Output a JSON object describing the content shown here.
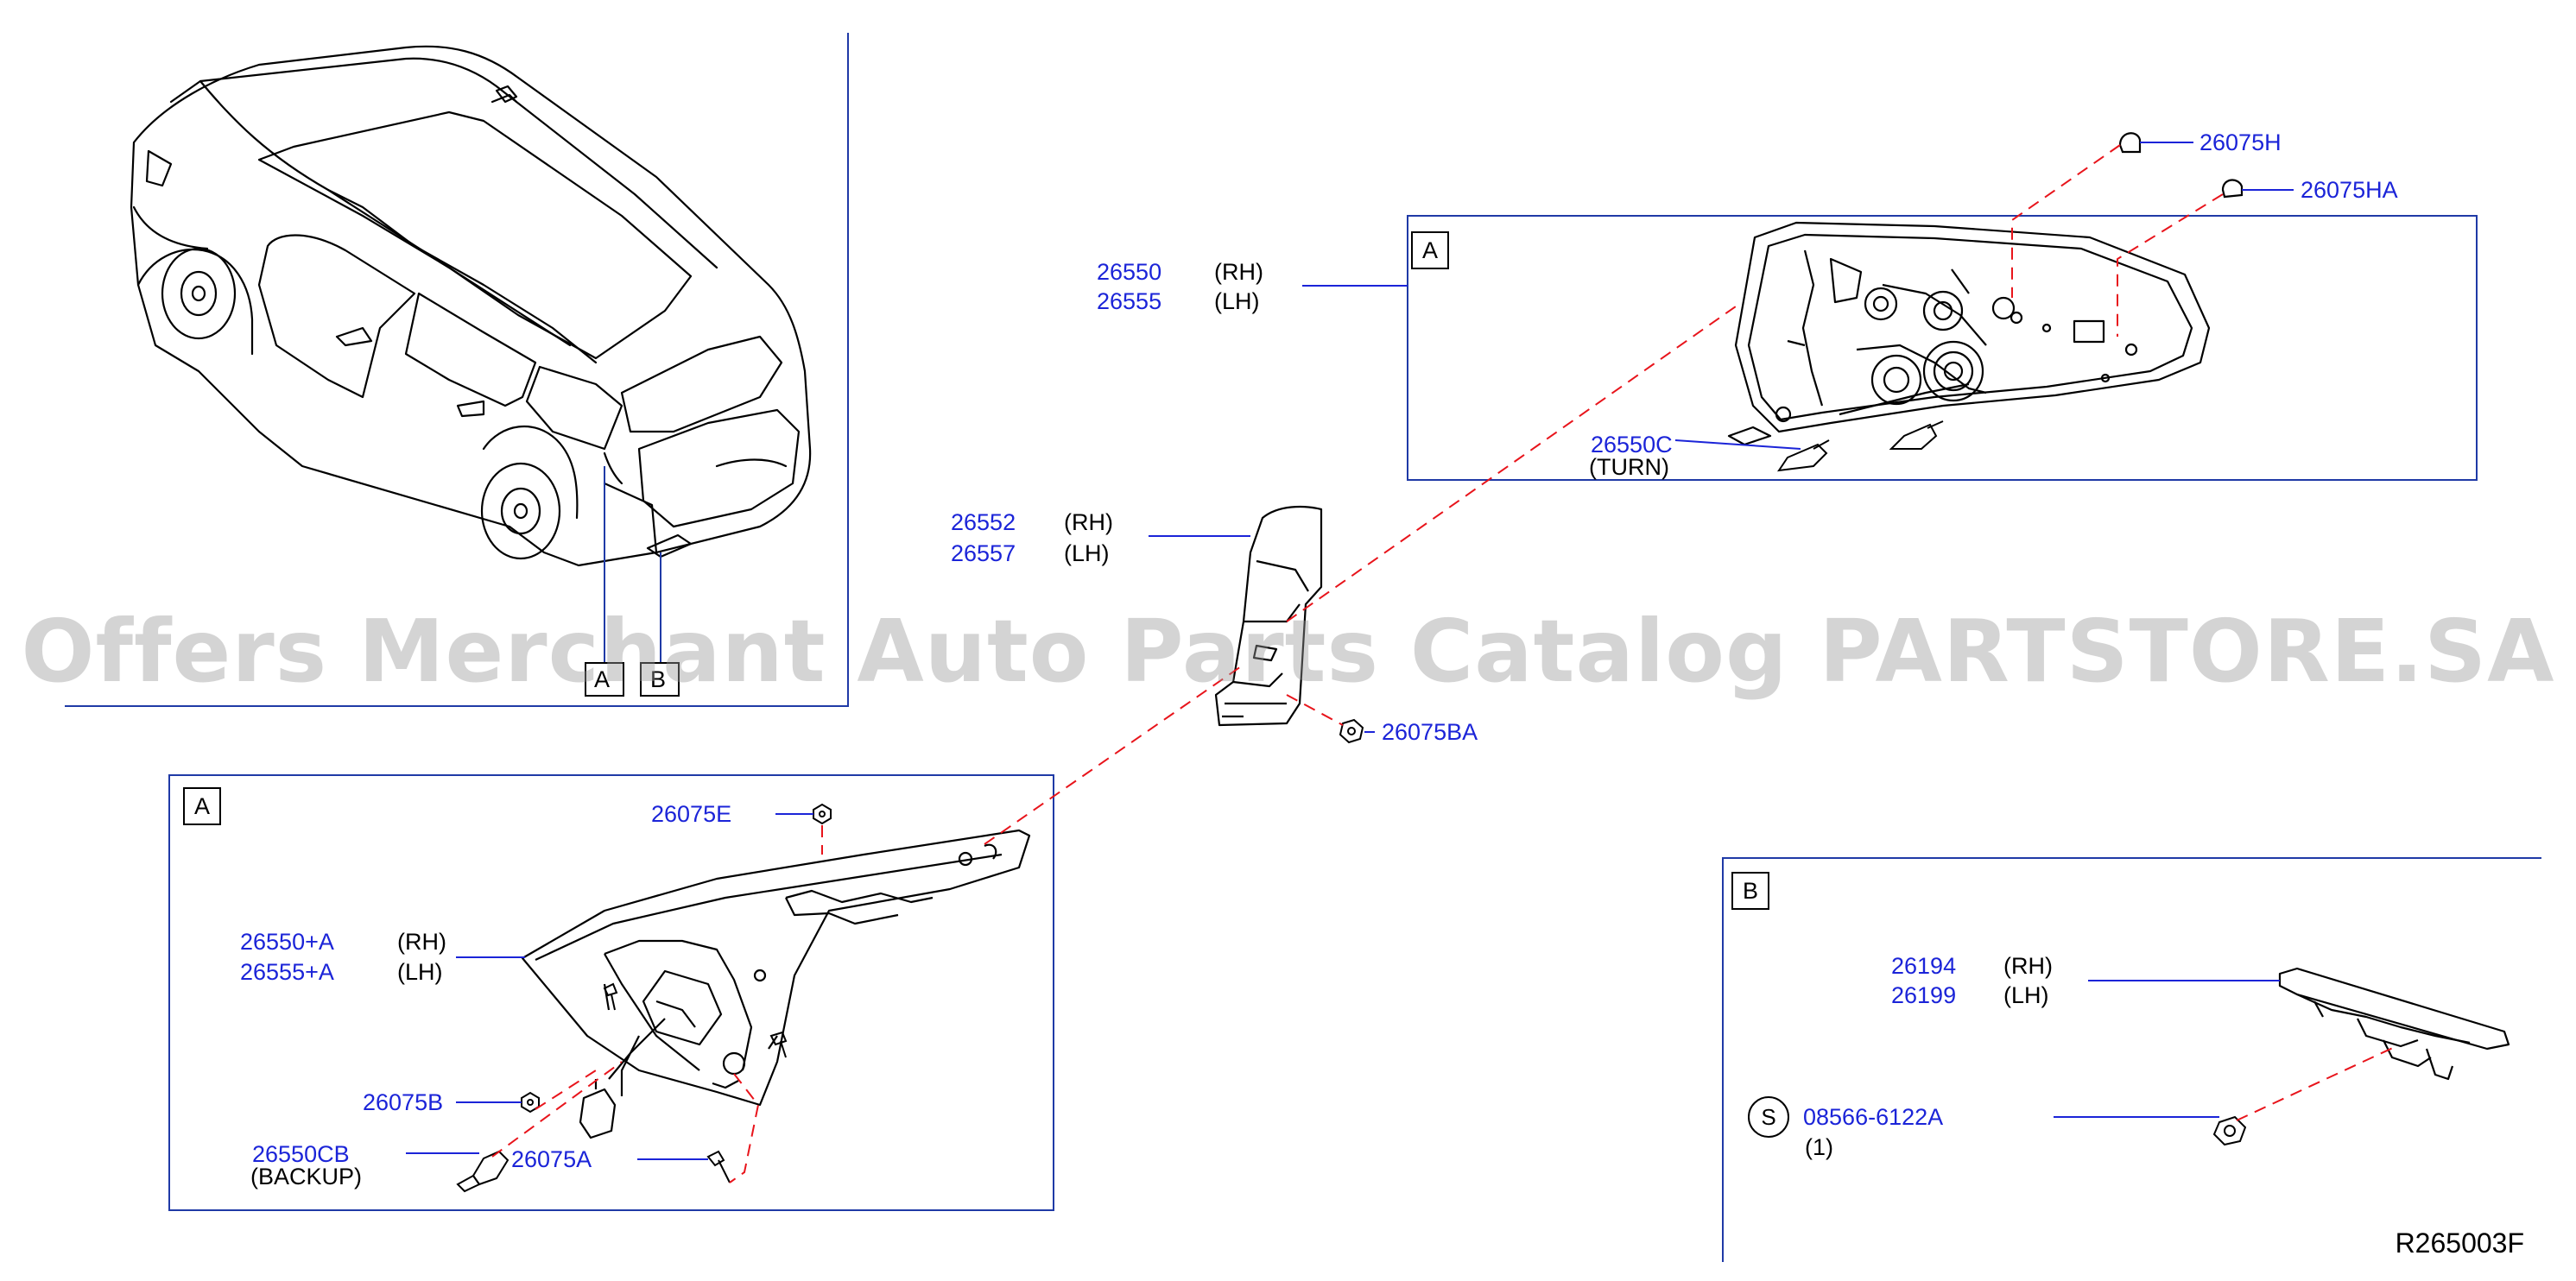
{
  "colors": {
    "part_number": "#1b24d8",
    "leader": "#1b24d8",
    "dashed": "#e8141b",
    "frame": "#1f3aa6",
    "drawing": "#000000"
  },
  "inset_letters": {
    "a_top": "A",
    "a_bottom": "A",
    "b": "B",
    "vehicle_a": "A",
    "vehicle_b": "B"
  },
  "parts": {
    "p26550": "26550",
    "p26550_side": "(RH)",
    "p26555": "26555",
    "p26555_side": "(LH)",
    "p26550C": "26550C",
    "p26550C_note": "(TURN)",
    "p26075H": "26075H",
    "p26075HA": "26075HA",
    "p26552": "26552",
    "p26552_side": "(RH)",
    "p26557": "26557",
    "p26557_side": "(LH)",
    "p26075BA": "26075BA",
    "p26075E": "26075E",
    "p26550A": "26550+A",
    "p26550A_side": "(RH)",
    "p26555A": "26555+A",
    "p26555A_side": "(LH)",
    "p26075B": "26075B",
    "p26550CB": "26550CB",
    "p26550CB_note": "(BACKUP)",
    "p26075A": "26075A",
    "p26194": "26194",
    "p26194_side": "(RH)",
    "p26199": "26199",
    "p26199_side": "(LH)",
    "s_symbol": "S",
    "p08566": "08566-6122A",
    "p08566_qty": "(1)"
  },
  "watermark": "Offers Merchant Auto Parts Catalog PARTSTORE.SA",
  "reference": "R265003F"
}
